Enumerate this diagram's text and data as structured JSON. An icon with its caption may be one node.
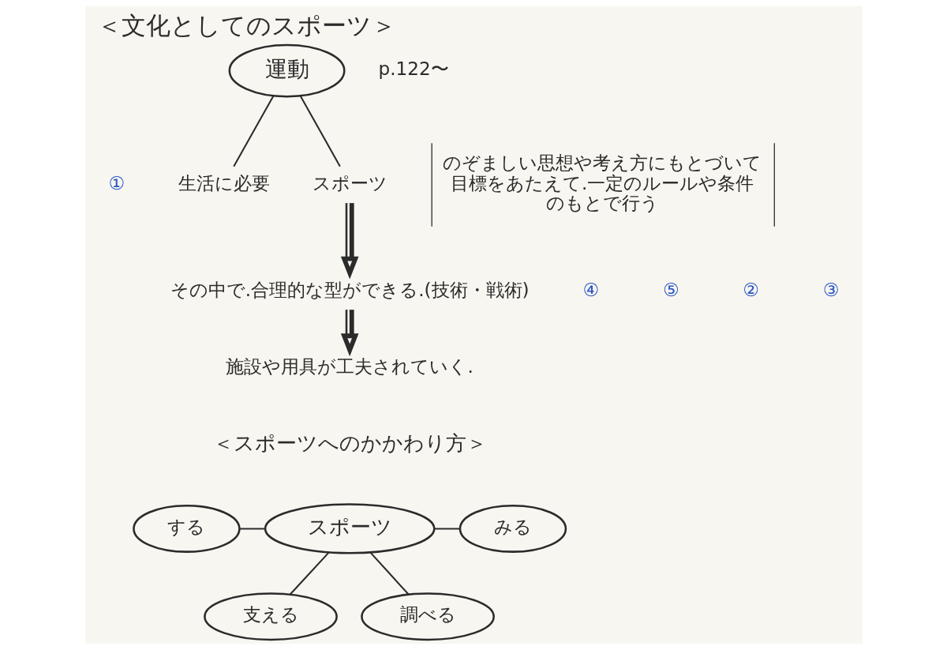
{
  "diagram": {
    "title": "＜文化としてのスポーツ＞",
    "nodes": [
      {
        "text": [
          "運動"
        ]
      },
      {
        "text": [
          "生活に必要"
        ]
      },
      {
        "text": [
          "スポーツ"
        ],
        "beside": [
          "のぞましい思想や考え方にもとづいて目標をあたえて.一定のルールや条件のもとで行う"
        ]
      },
      {
        "text": [
          "その中で.合理的な型ができる.(技術・戦術)"
        ]
      },
      {
        "text": [
          "施設や用具が工夫されていく."
        ]
      },
      {
        "text": [
          "する"
        ]
      },
      {
        "text": [
          "みる"
        ]
      },
      {
        "text": [
          "スポーツ"
        ]
      },
      {
        "text": [
          "支える"
        ]
      },
      {
        "text": [
          "調べる"
        ]
      }
    ],
    "edges": [
      {
        "from": 0,
        "to": 1,
        "arrow": "none"
      },
      {
        "from": 0,
        "to": 2,
        "arrow": "none"
      },
      {
        "from": 2,
        "to": 3,
        "arrow": "to",
        "style": "thick"
      },
      {
        "from": 3,
        "to": 4,
        "arrow": "to",
        "style": "thick"
      },
      {
        "from": 5,
        "to": 7,
        "arrow": "none"
      },
      {
        "from": 7,
        "to": 6,
        "arrow": "none"
      },
      {
        "from": 7,
        "to": 8,
        "arrow": "none"
      },
      {
        "from": 7,
        "to": 9,
        "arrow": "none"
      }
    ],
    "labels": [
      "p.122〜",
      "①",
      "②",
      "③",
      "④",
      "⑤",
      "＜スポーツへのかかわり方＞"
    ]
  }
}
